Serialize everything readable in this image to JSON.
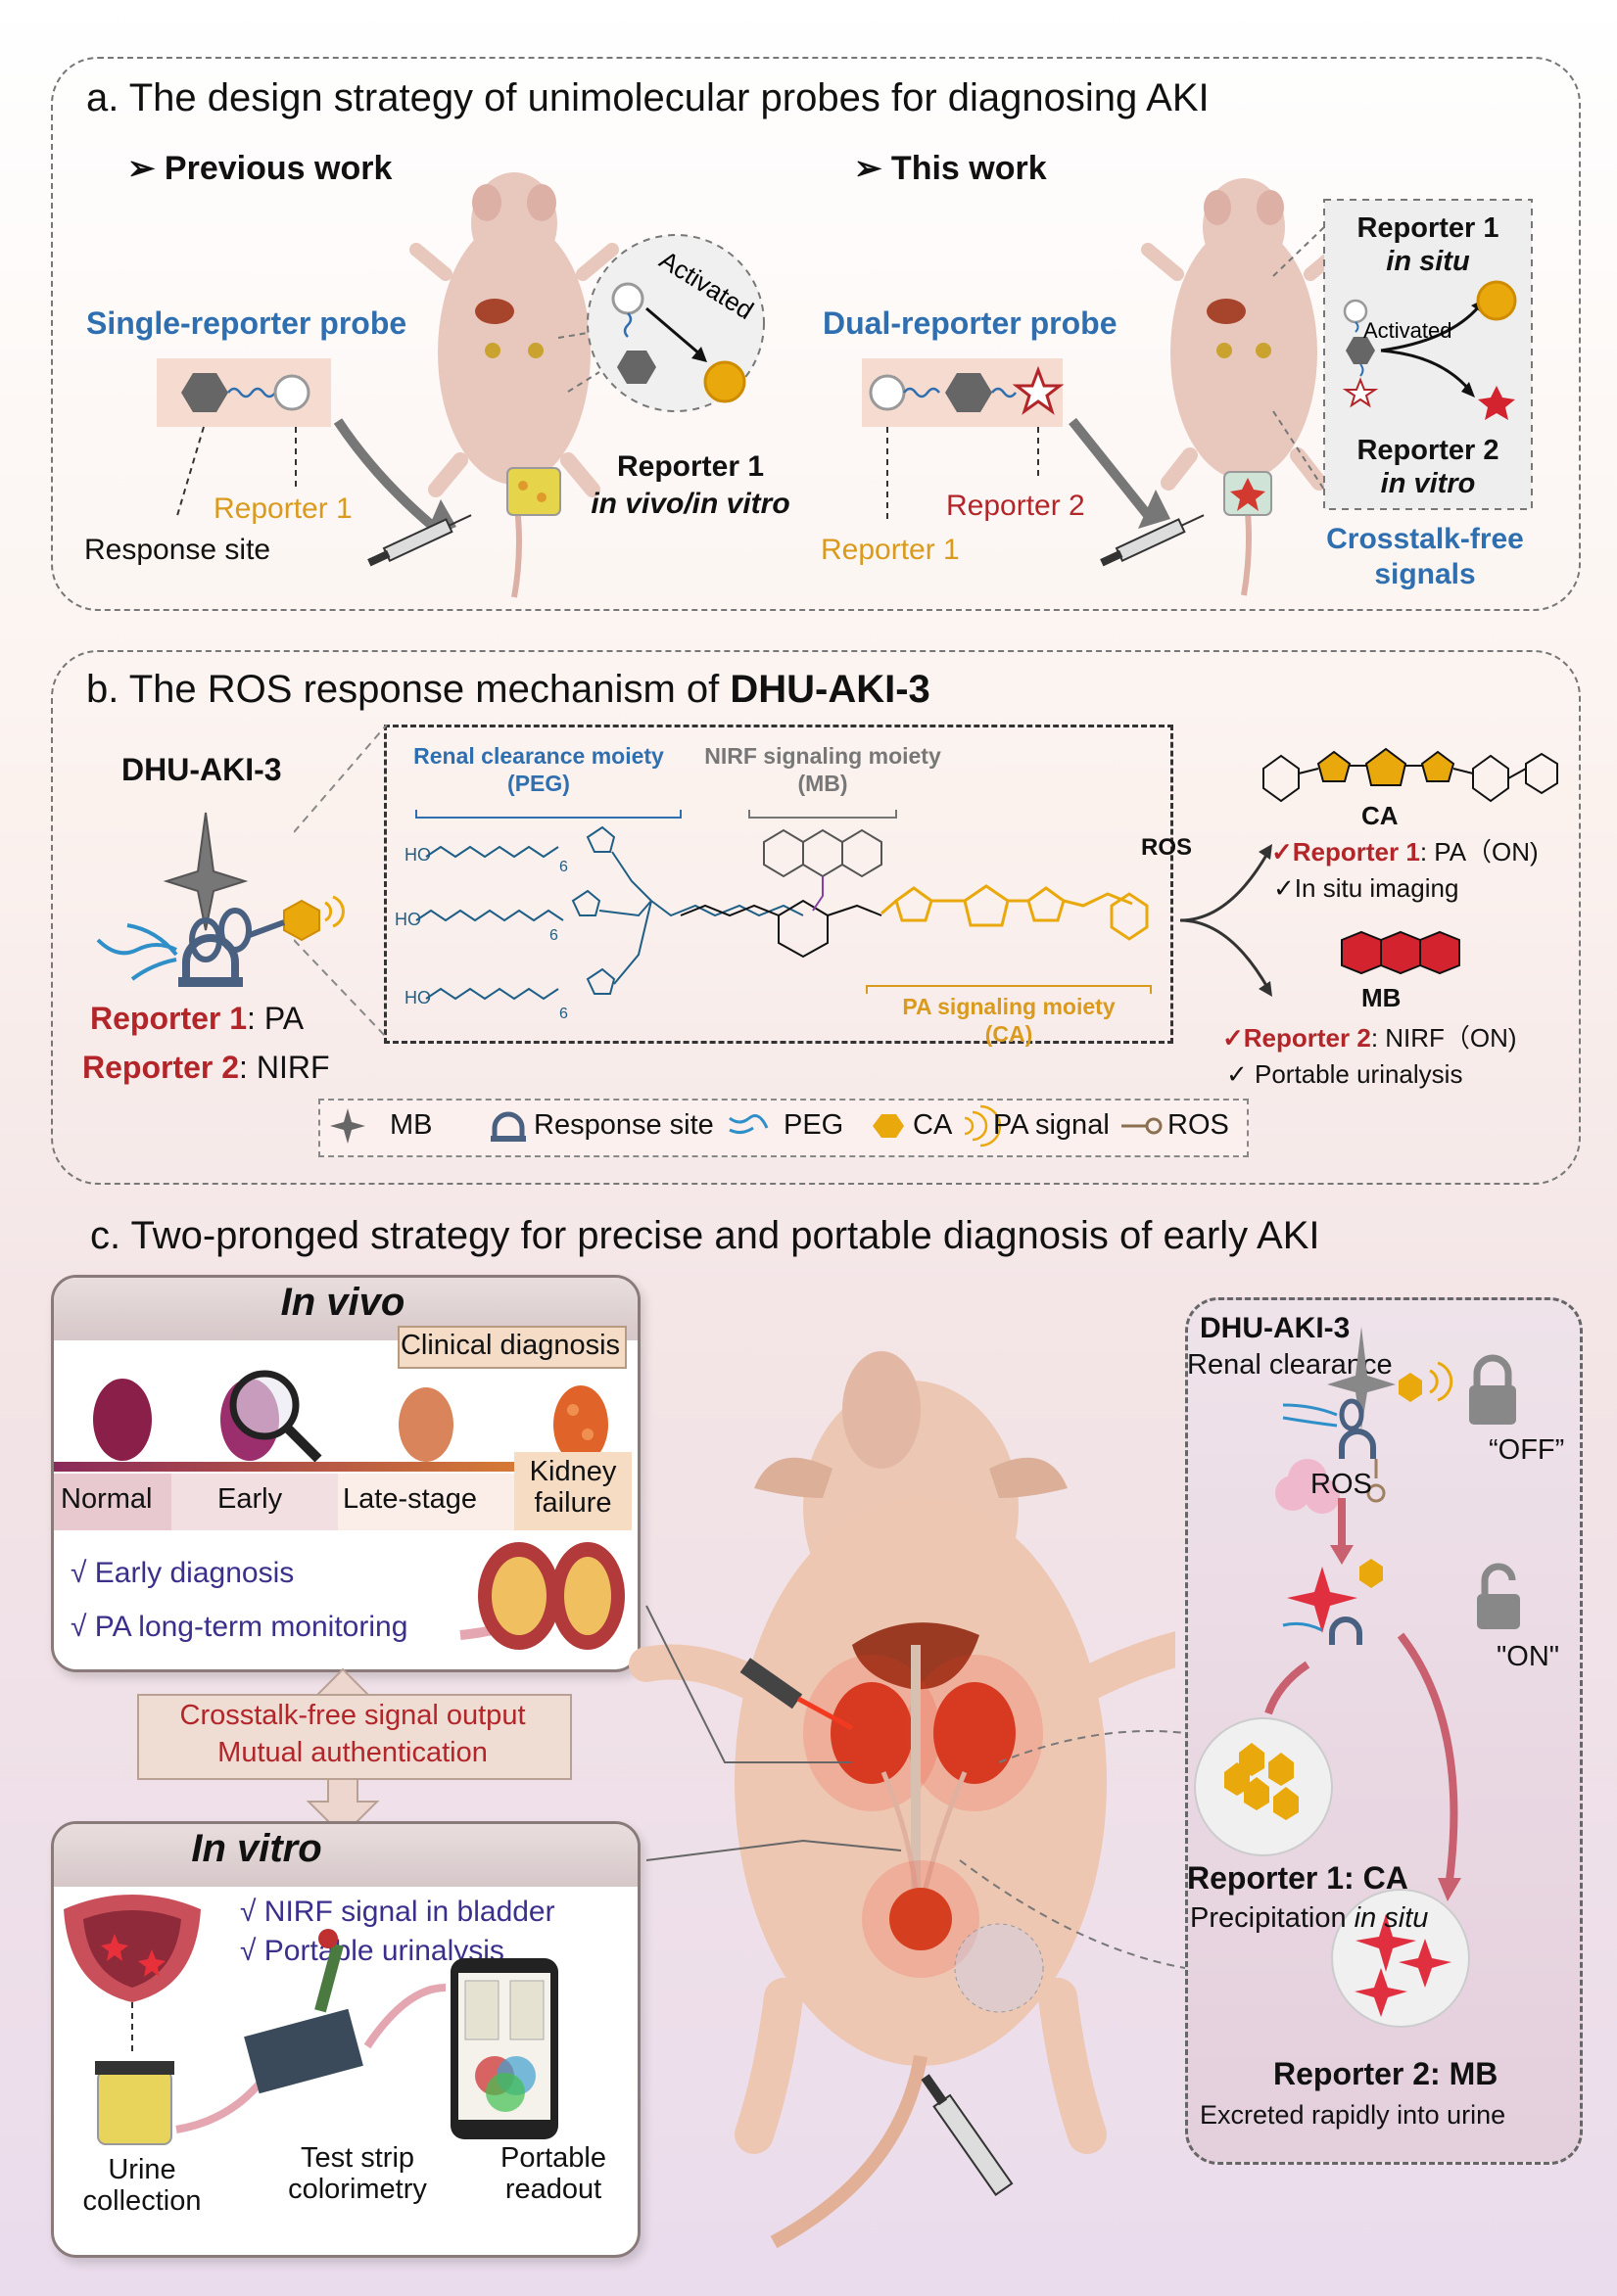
{
  "panel_a": {
    "title": "a. The design strategy of unimolecular probes for diagnosing AKI",
    "previous_work": "➢ Previous work",
    "this_work": "➢ This work",
    "single_probe": "Single-reporter probe",
    "dual_probe": "Dual-reporter probe",
    "activated": "Activated",
    "response_site": "Response site",
    "reporter1": "Reporter 1",
    "reporter2": "Reporter 2",
    "reporter1_invivo_a": "Reporter 1",
    "reporter1_invivo_b": "in vivo/in vitro",
    "inset_r1": "Reporter 1",
    "inset_r1_sub": "in situ",
    "inset_activated": "Activated",
    "inset_r2": "Reporter 2",
    "inset_r2_sub": "in vitro",
    "crosstalk_a": "Crosstalk-free",
    "crosstalk_b": "signals"
  },
  "panel_b": {
    "title_prefix": "b. The ROS response mechanism of ",
    "title_bold": "DHU-AKI-3",
    "probe_name": "DHU-AKI-3",
    "reporter1_label": "Reporter 1",
    "reporter1_value": ": PA",
    "reporter2_label": "Reporter 2",
    "reporter2_value": ": NIRF",
    "renal_a": "Renal clearance moiety",
    "renal_b": "(PEG)",
    "nirf_a": "NIRF signaling moiety",
    "nirf_b": "(MB)",
    "pa_a": "PA signaling moiety",
    "pa_b": "(CA)",
    "ros": "ROS",
    "ca": "CA",
    "mb": "MB",
    "r1_result_label": "✓Reporter 1",
    "r1_result_value": ": PA（ON)",
    "r1_use": "✓In situ imaging",
    "r2_result_label": "✓Reporter 2",
    "r2_result_value": ": NIRF（ON)",
    "r2_use": "✓ Portable urinalysis",
    "legend": [
      "MB",
      "Response site",
      "PEG",
      "CA",
      "PA signal",
      "ROS"
    ]
  },
  "panel_c": {
    "title": "c. Two-pronged strategy for precise and portable diagnosis of early AKI",
    "in_vivo": "In vivo",
    "clinical": "Clinical diagnosis",
    "stages": [
      "Normal",
      "Early",
      "Late-stage",
      "Kidney"
    ],
    "stage_failure": "failure",
    "early_dx": "√ Early diagnosis",
    "pa_monitor": "√ PA long-term monitoring",
    "crosstalk_output": "Crosstalk-free signal output",
    "mutual": "Mutual authentication",
    "in_vitro": "In vitro",
    "nirf_bladder": "√   NIRF signal in bladder",
    "portable_uri": "√   Portable urinalysis",
    "urine_a": "Urine",
    "urine_b": "collection",
    "strip_a": "Test strip",
    "strip_b": "colorimetry",
    "readout_a": "Portable",
    "readout_b": "readout",
    "right_probe": "DHU-AKI-3",
    "renal_clearance": "Renal clearance",
    "off": "“OFF”",
    "on": "\"ON\"",
    "ros": "ROS",
    "r1_ca": "Reporter 1: CA",
    "precip": "Precipitation ",
    "precip_it": "in situ",
    "r2_mb": "Reporter 2: MB",
    "excreted": "Excreted rapidly into urine"
  },
  "colors": {
    "blue": "#2f6fb0",
    "orange": "#d99a1e",
    "red": "#b2262a",
    "purple": "#3b2f8c"
  }
}
